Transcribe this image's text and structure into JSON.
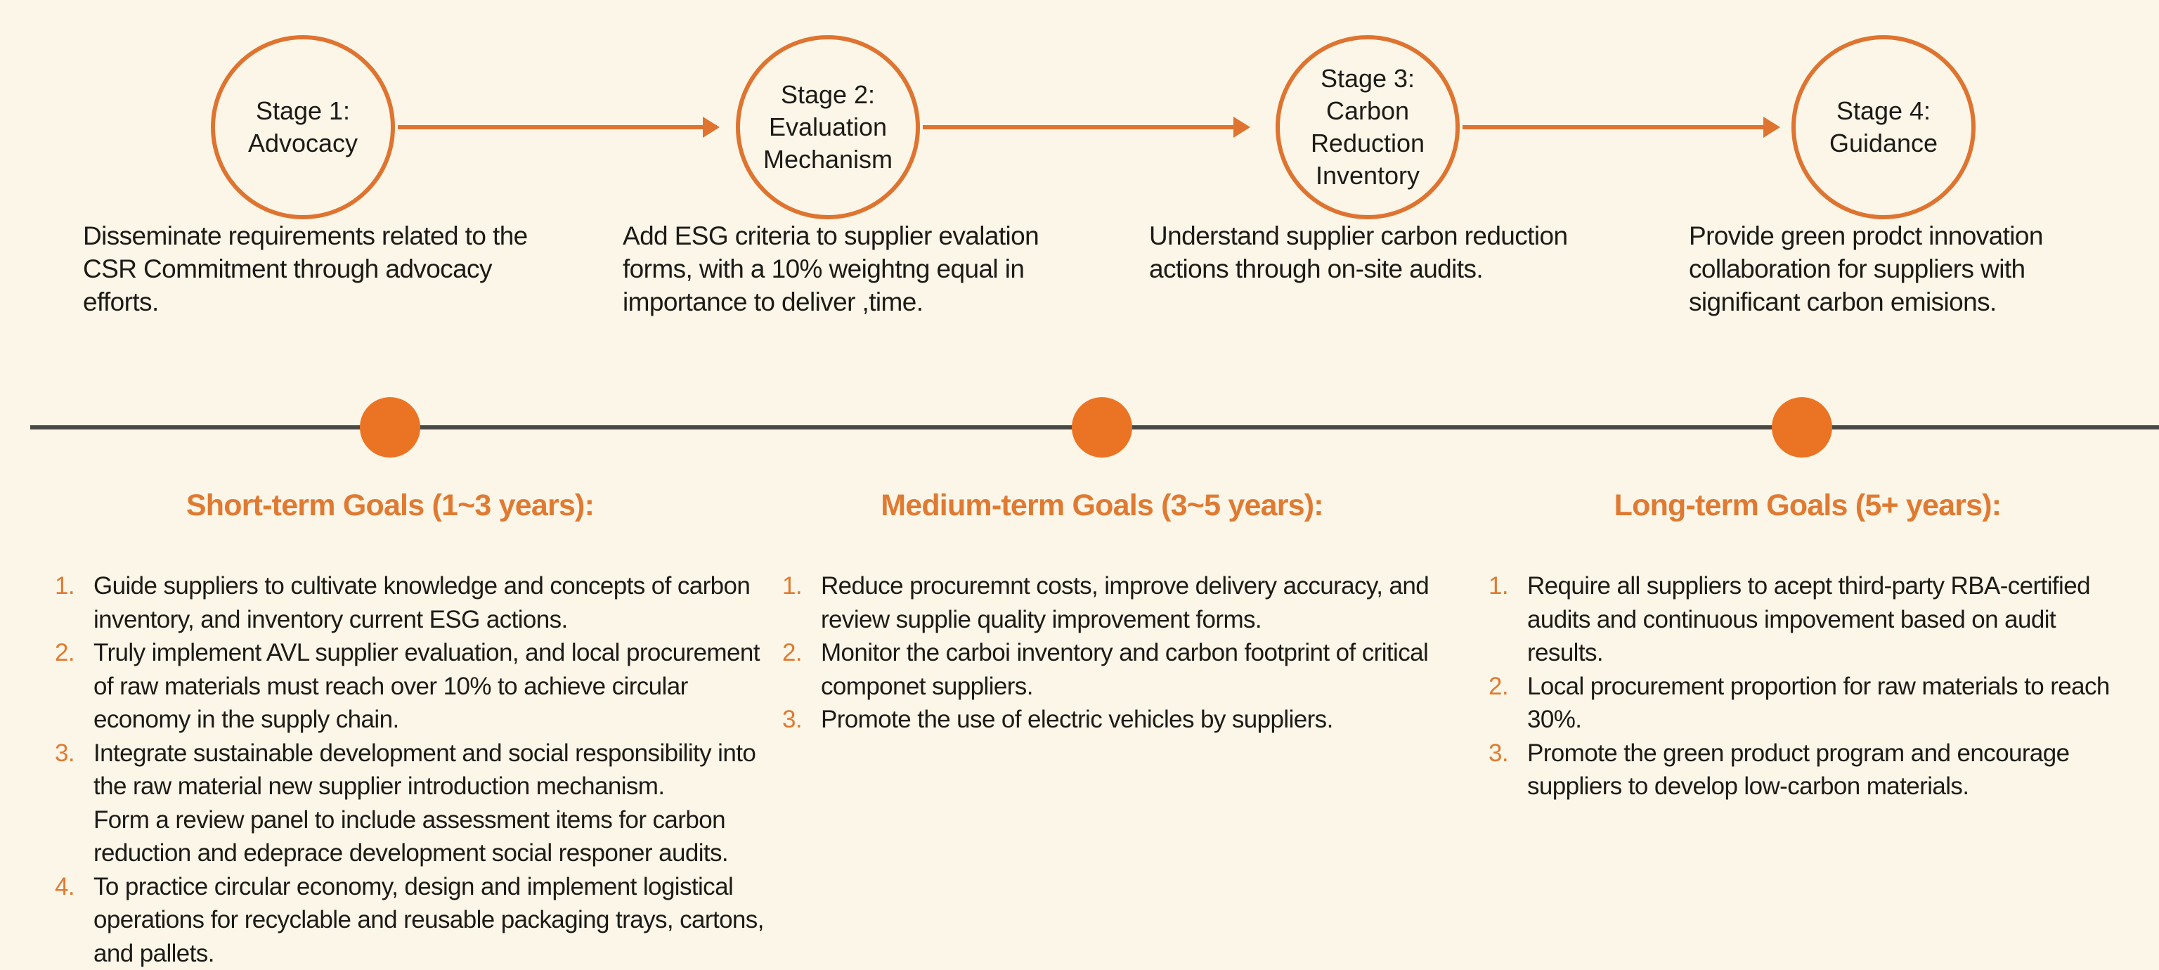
{
  "stages": [
    {
      "label": "Stage 1:",
      "name": "Advocacy",
      "description": "Disseminate requirements related to the CSR Commitment through advocacy efforts."
    },
    {
      "label": "Stage 2:",
      "name": "Evaluation Mechanism",
      "description": "Add ESG criteria to supplier evalation forms, with a 10% weightng equal in importance to deliver ,time."
    },
    {
      "label": "Stage 3:",
      "name": "Carbon Reduction Inventory",
      "description": "Understand supplier carbon reduction actions through on-site audits."
    },
    {
      "label": "Stage 4:",
      "name": "Guidance",
      "description": "Provide green prodct innovation collaboration for suppliers with significant carbon emisions."
    }
  ],
  "goals": [
    {
      "title": "Short-term Goals (1~3 years):",
      "items": [
        {
          "num": "1.",
          "text": "Guide suppliers to cultivate knowledge and concepts of carbon inventory, and inventory current ESG actions."
        },
        {
          "num": "2.",
          "text": "Truly implement AVL supplier evaluation, and local procurement of raw materials must reach over 10% to achieve circular economy in the supply chain."
        },
        {
          "num": "3.",
          "text": "Integrate sustainable development and social responsibility into the raw material new supplier introduction mechanism.",
          "extra": "Form a review panel to include assessment items for carbon reduction and edeprace development social responer audits."
        },
        {
          "num": "4.",
          "text": "To practice circular economy, design and implement logistical operations for recyclable and reusable packaging trays, cartons, and pallets."
        }
      ]
    },
    {
      "title": "Medium-term Goals (3~5 years):",
      "items": [
        {
          "num": "1.",
          "text": "Reduce procuremnt costs, improve delivery accuracy, and review supplie quality improvement forms."
        },
        {
          "num": "2.",
          "text": "Monitor the carboi inventory and carbon footprint of critical componet suppliers."
        },
        {
          "num": "3.",
          "text": "Promote the use of electric vehicles by suppliers."
        }
      ]
    },
    {
      "title": "Long-term Goals (5+ years):",
      "items": [
        {
          "num": "1.",
          "text": "Require all suppliers to acept third-party RBA-certified audits and continuous impovement based on audit results."
        },
        {
          "num": "2.",
          "text": "Local procurement proportion for raw materials to reach 30%."
        },
        {
          "num": "3.",
          "text": "Promote the green product program and encourage suppliers to develop low-carbon materials."
        }
      ]
    }
  ],
  "colors": {
    "accent": "#e87424",
    "background": "#fbf6e7",
    "timeline": "#4a4844"
  }
}
